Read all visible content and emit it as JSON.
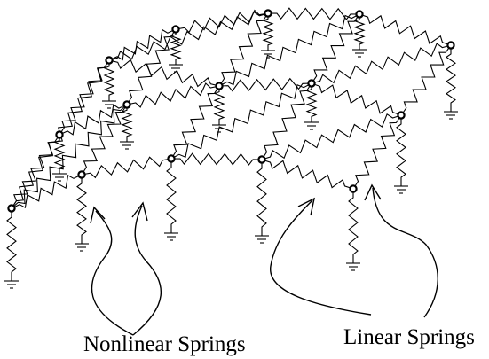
{
  "diagram": {
    "labels": {
      "nonlinear": "Nonlinear Springs",
      "linear": "Linear Springs"
    },
    "colors": {
      "ink": "#000000",
      "background": "#ffffff"
    },
    "nodes": [
      {
        "id": "r0c0"
      },
      {
        "id": "r0c1"
      },
      {
        "id": "r0c2"
      },
      {
        "id": "r0c3"
      },
      {
        "id": "r0c4"
      },
      {
        "id": "r1c0"
      },
      {
        "id": "r1c1"
      },
      {
        "id": "r1c2"
      },
      {
        "id": "r1c3"
      },
      {
        "id": "r1c4"
      },
      {
        "id": "r2c0"
      },
      {
        "id": "r2c1"
      },
      {
        "id": "r2c2"
      },
      {
        "id": "r2c3"
      },
      {
        "id": "r2c4"
      },
      {
        "id": "r3c0"
      },
      {
        "id": "r3c1"
      },
      {
        "id": "r3c2"
      },
      {
        "id": "r3c3"
      },
      {
        "id": "r3c4"
      }
    ]
  }
}
